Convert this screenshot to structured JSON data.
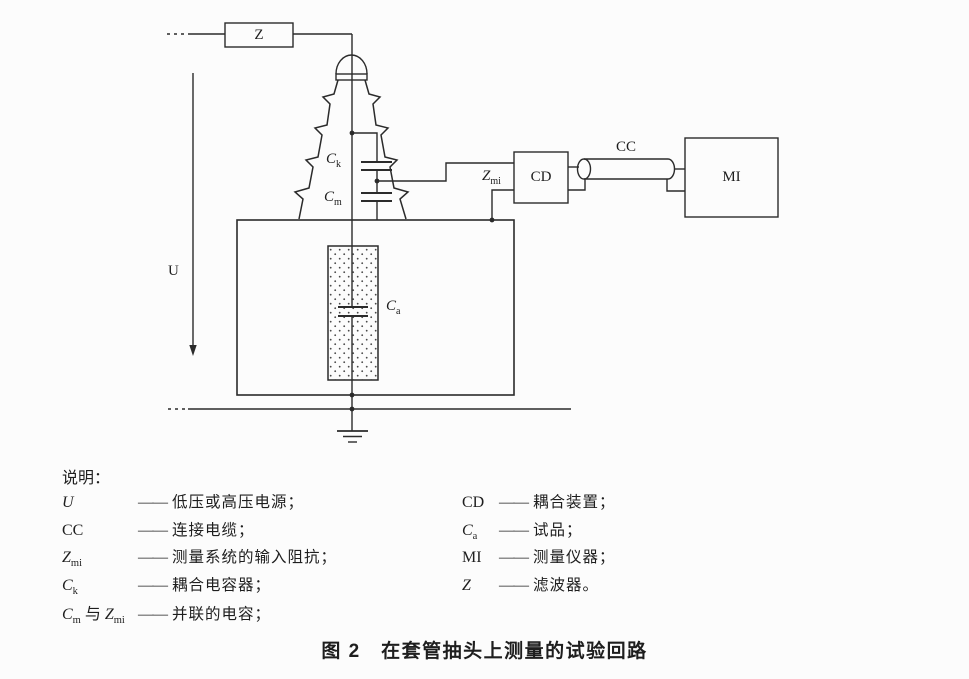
{
  "diagram": {
    "z_label": "Z",
    "u_label": "U",
    "cd_label": "CD",
    "cc_label": "CC",
    "mi_label": "MI",
    "ck": {
      "base": "C",
      "sub": "k"
    },
    "cm": {
      "base": "C",
      "sub": "m"
    },
    "ca": {
      "base": "C",
      "sub": "a"
    },
    "zmi": {
      "base": "Z",
      "sub": "mi"
    }
  },
  "legend": {
    "title": "说明：",
    "left": [
      {
        "sym": "U",
        "dash": "——",
        "text": "低压或高压电源；"
      },
      {
        "sym": "CC",
        "dash": "——",
        "text": "连接电缆；"
      },
      {
        "sym": "Z",
        "sub": "mi",
        "dash": "——",
        "text": "测量系统的输入阻抗；"
      },
      {
        "sym": "C",
        "sub": "k",
        "dash": "——",
        "text": "耦合电容器；"
      },
      {
        "sym": "C",
        "sub": "m",
        "mid": " 与 ",
        "sym2": "Z",
        "sub2": "mi",
        "dash": "——",
        "text": "并联的电容；"
      }
    ],
    "right": [
      {
        "sym": "CD",
        "dash": "——",
        "text": "耦合装置；"
      },
      {
        "sym": "C",
        "sub": "a",
        "dash": "——",
        "text": "试品；"
      },
      {
        "sym": "MI",
        "dash": "——",
        "text": "测量仪器；"
      },
      {
        "sym": "Z",
        "dash": "——",
        "text": "滤波器。"
      }
    ]
  },
  "caption": "图 2　在套管抽头上测量的试验回路",
  "colors": {
    "ink": "#2b2b2b",
    "paper": "#fcfcfc"
  }
}
